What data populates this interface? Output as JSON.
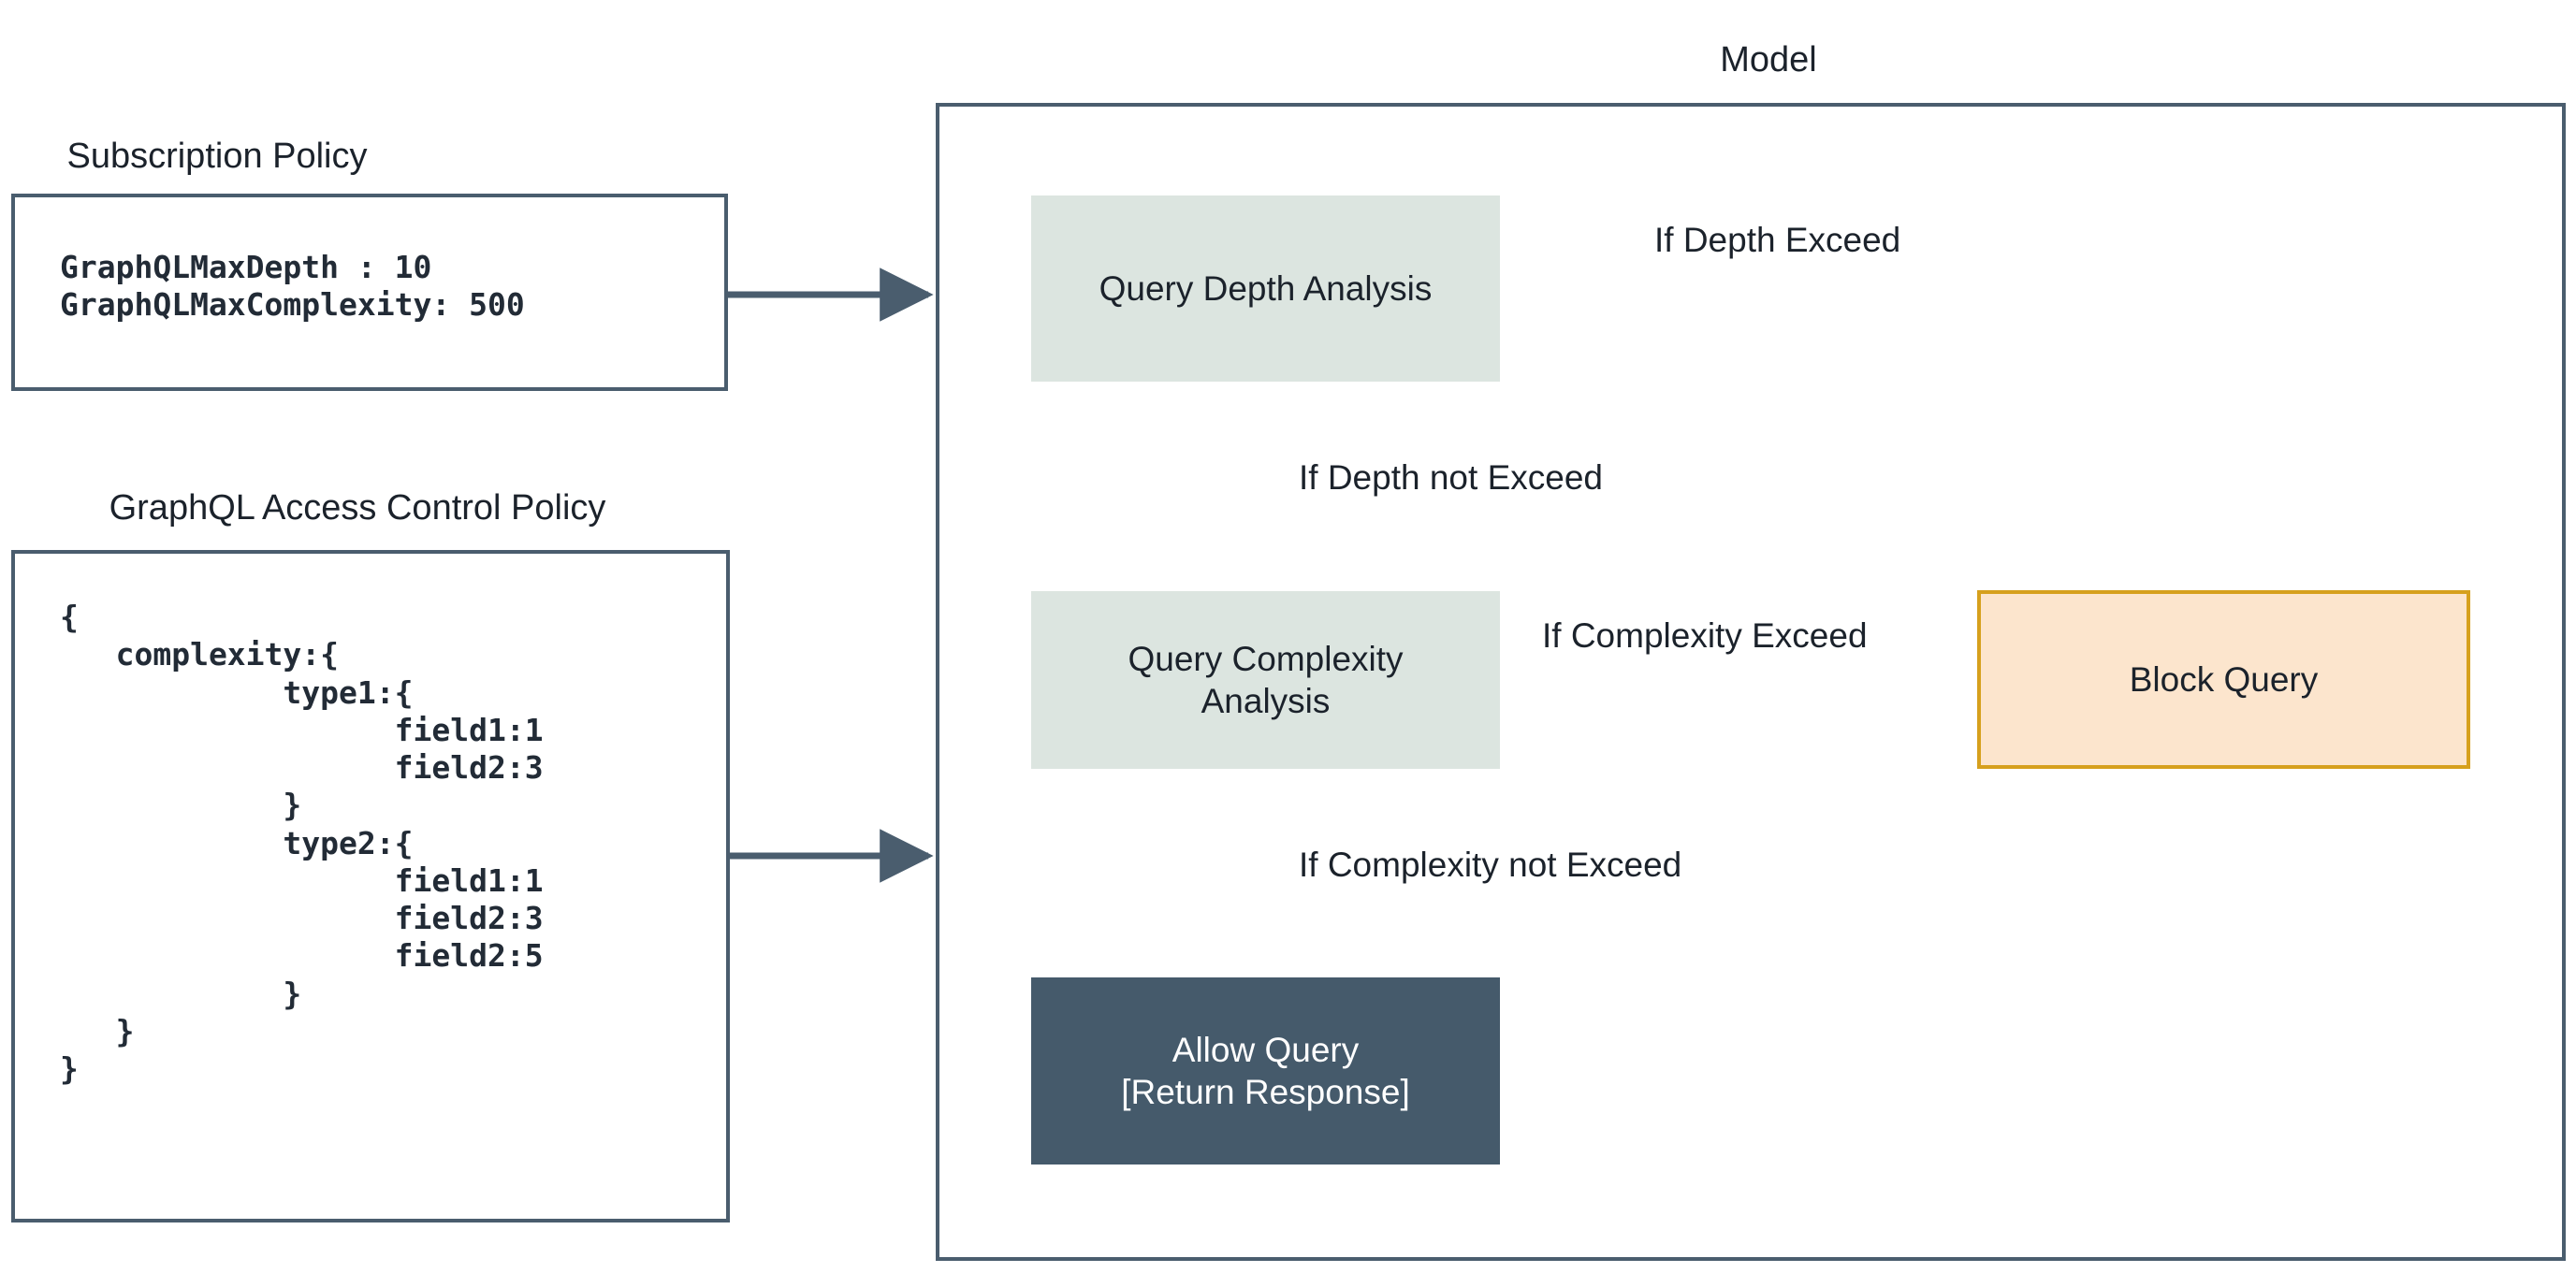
{
  "diagram": {
    "title_model": "Model",
    "colors": {
      "stroke": "#4a5d6e",
      "node_sage": "#dce5e0",
      "node_dark": "#455a6b",
      "block_fill": "#fce5cd",
      "block_border": "#d6a01d",
      "text": "#1b222b",
      "background": "#ffffff"
    }
  },
  "subscription_policy": {
    "caption": "Subscription Policy",
    "code": "GraphQLMaxDepth : 10\nGraphQLMaxComplexity: 500"
  },
  "access_control_policy": {
    "caption": "GraphQL Access Control Policy",
    "code": "{\n   complexity:{\n            type1:{\n                  field1:1\n                  field2:3\n            }\n            type2:{\n                  field1:1\n                  field2:3\n                  field2:5\n            }\n   }\n}"
  },
  "nodes": {
    "query_depth_analysis": "Query Depth Analysis",
    "query_complexity_analysis": "Query Complexity\nAnalysis",
    "block_query": "Block Query",
    "allow_query_line1": "Allow Query",
    "allow_query_line2": "[Return Response]"
  },
  "edges": {
    "depth_exceed": "If Depth Exceed",
    "depth_not_exceed": "If Depth not Exceed",
    "complexity_exceed": "If Complexity Exceed",
    "complexity_not_exceed": "If Complexity not Exceed"
  }
}
